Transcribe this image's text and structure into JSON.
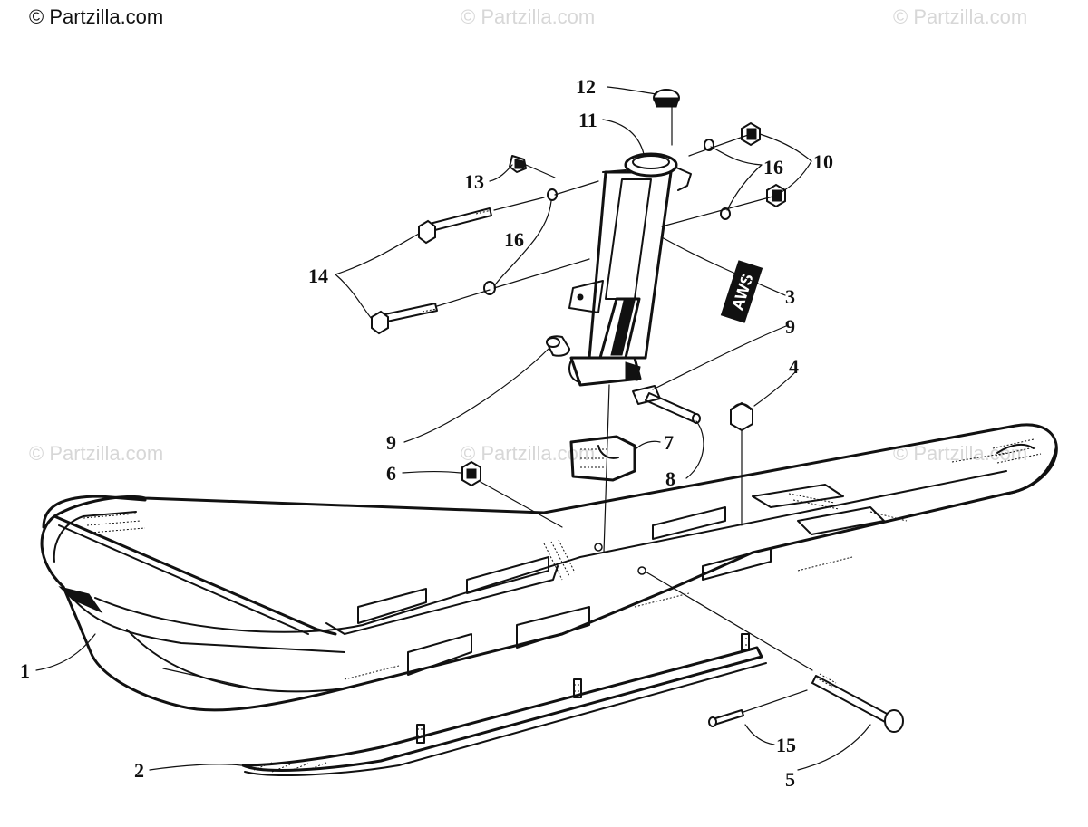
{
  "watermarks": {
    "main": "© Partzilla.com",
    "faint": "© Partzilla.com"
  },
  "callouts": {
    "c1": "1",
    "c2": "2",
    "c3": "3",
    "c4": "4",
    "c5": "5",
    "c6": "6",
    "c7": "7",
    "c8": "8",
    "c9a": "9",
    "c9b": "9",
    "c10": "10",
    "c11": "11",
    "c12": "12",
    "c13": "13",
    "c14": "14",
    "c15": "15",
    "c16a": "16",
    "c16b": "16"
  },
  "decal_text": "AWS",
  "colors": {
    "ink": "#111111",
    "watermark": "#d7d7d7",
    "background": "#ffffff"
  }
}
